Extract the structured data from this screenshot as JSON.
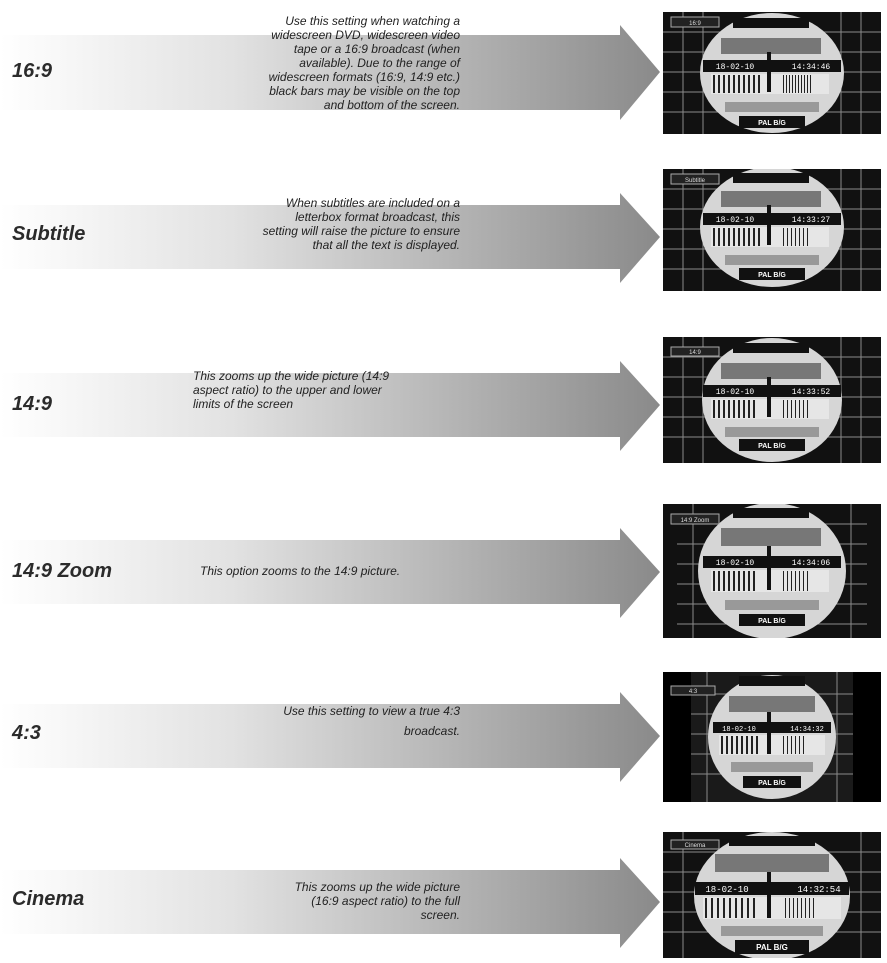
{
  "rows": [
    {
      "label": "16:9",
      "osd": "16:9",
      "date": "18-02-10",
      "time": "14:34:46",
      "system": "PAL B/G",
      "desc": [
        "Use this setting when watching a",
        "widescreen DVD, widescreen video",
        "tape or a 16:9 broadcast (when",
        "available). Due to the range of",
        "widescreen formats (16:9, 14:9 etc.)",
        "black bars may be visible on the top",
        "and bottom of the screen."
      ]
    },
    {
      "label": "Subtitle",
      "osd": "Subtitle",
      "date": "18-02-10",
      "time": "14:33:27",
      "system": "PAL B/G",
      "desc": [
        "When subtitles are included on a",
        "letterbox format broadcast, this",
        "setting will raise the picture to ensure",
        "that all the text is displayed."
      ]
    },
    {
      "label": "14:9",
      "osd": "14:9",
      "date": "18-02-10",
      "time": "14:33:52",
      "system": "PAL B/G",
      "desc": [
        "This zooms up the wide picture (14:9",
        "aspect ratio) to the upper and lower",
        "limits of the screen"
      ]
    },
    {
      "label": "14:9 Zoom",
      "osd": "14:9 Zoom",
      "date": "18-02-10",
      "time": "14:34:06",
      "system": "PAL B/G",
      "desc": [
        "This option zooms to the 14:9 picture."
      ]
    },
    {
      "label": "4:3",
      "osd": "4:3",
      "date": "18-02-10",
      "time": "14:34:32",
      "system": "PAL B/G",
      "desc": [
        "Use this setting to view a true 4:3",
        "broadcast."
      ]
    },
    {
      "label": "Cinema",
      "osd": "Cinema",
      "date": "18-02-10",
      "time": "14:32:54",
      "system": "PAL B/G",
      "desc": [
        "This zooms up the wide picture",
        "(16:9 aspect ratio) to the full",
        "screen."
      ]
    }
  ]
}
